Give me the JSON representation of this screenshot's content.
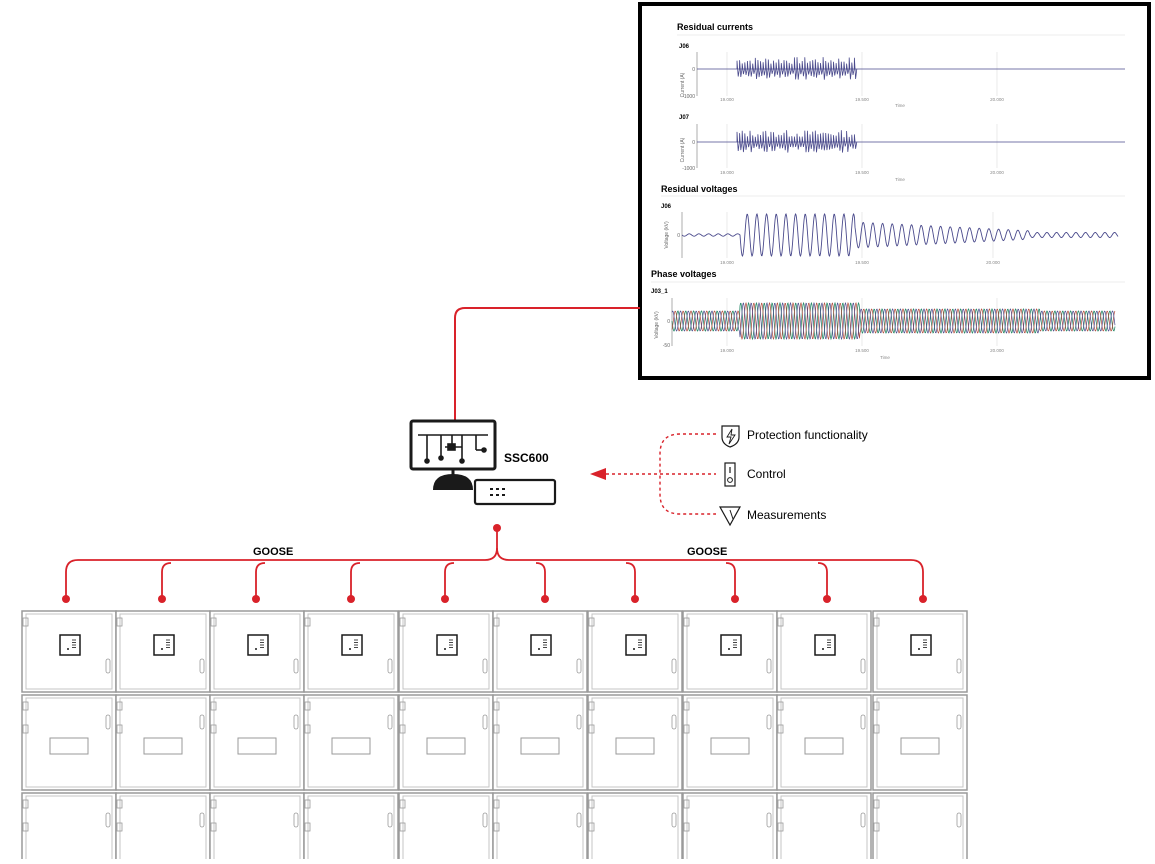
{
  "colors": {
    "accent": "#d9222a",
    "wave": "#4a4a8c",
    "wave_phase_a": "#2a8a6a",
    "wave_phase_b": "#b04a3a",
    "frame": "#000000",
    "cabinet": "#9a9a9a"
  },
  "monitor": {
    "sections": [
      {
        "title": "Residual currents",
        "plots": [
          {
            "name": "J06",
            "ylabel": "Current (A)",
            "yticks": [
              "0",
              "-1000"
            ],
            "xticks": [
              "19.000",
              "19.500",
              "20.000"
            ],
            "xlabel": "Time"
          },
          {
            "name": "J07",
            "ylabel": "Current (A)",
            "yticks": [
              "0",
              "-1000"
            ],
            "xticks": [
              "19.000",
              "19.500",
              "20.000"
            ],
            "xlabel": "Time"
          }
        ]
      },
      {
        "title": "Residual voltages",
        "plots": [
          {
            "name": "J06",
            "ylabel": "Voltage (kV)",
            "yticks": [
              "0"
            ],
            "xticks": [
              "19.000",
              "19.500",
              "20.000"
            ],
            "xlabel": ""
          }
        ]
      },
      {
        "title": "Phase voltages",
        "plots": [
          {
            "name": "J03_1",
            "ylabel": "Voltage (kV)",
            "yticks": [
              "0",
              "-50"
            ],
            "xticks": [
              "19.000",
              "19.500",
              "20.000"
            ],
            "xlabel": "Time"
          }
        ]
      }
    ]
  },
  "controller": {
    "label": "SSC600"
  },
  "functions": {
    "items": [
      {
        "label": "Protection functionality",
        "icon": "shield-lightning-icon"
      },
      {
        "label": "Control",
        "icon": "switch-icon"
      },
      {
        "label": "Measurements",
        "icon": "measurement-icon"
      }
    ]
  },
  "goose": {
    "left": "GOOSE",
    "right": "GOOSE"
  },
  "switchgear": {
    "bay_count": 10
  }
}
